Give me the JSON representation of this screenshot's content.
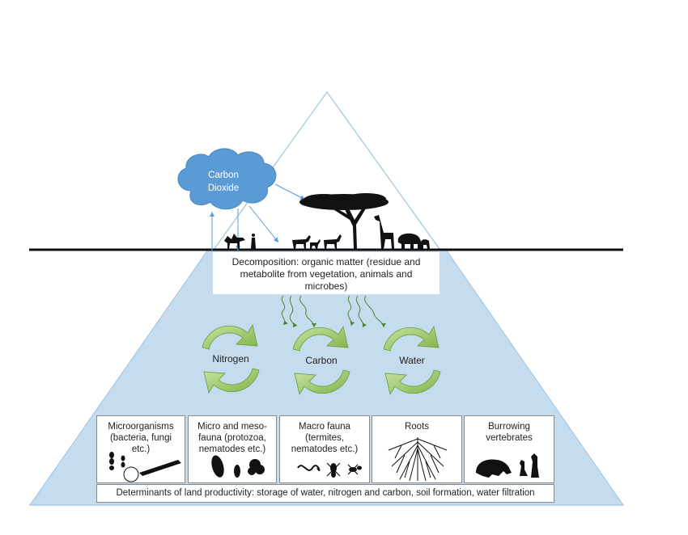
{
  "cloud": {
    "label_line1": "Carbon",
    "label_line2": "Dioxide"
  },
  "decomposition": {
    "line1": "Decomposition: organic matter (residue and",
    "line2": "metabolite from vegetation, animals and",
    "line3": "microbes)"
  },
  "cycles": [
    {
      "label": "Nitrogen"
    },
    {
      "label": "Carbon"
    },
    {
      "label": "Water"
    }
  ],
  "organisms": [
    {
      "lines": [
        "Microorganisms",
        "(bacteria, fungi",
        "etc.)"
      ]
    },
    {
      "lines": [
        "Micro and meso-",
        "fauna (protozoa,",
        "nematodes etc.)"
      ]
    },
    {
      "lines": [
        "Macro fauna",
        "(termites,",
        "nematodes etc.)"
      ]
    },
    {
      "lines": [
        "Roots"
      ]
    },
    {
      "lines": [
        "Burrowing",
        "vertebrates"
      ]
    }
  ],
  "footer": "Determinants of land productivity: storage of water, nitrogen and carbon, soil formation, water filtration",
  "colors": {
    "soil": "#c5dcef",
    "triangle_outline": "#9dc3e6",
    "cloud": "#5b9bd5",
    "cycle_arrow": "#8fc05a",
    "squiggle": "#548235",
    "silhouette": "#111111"
  }
}
